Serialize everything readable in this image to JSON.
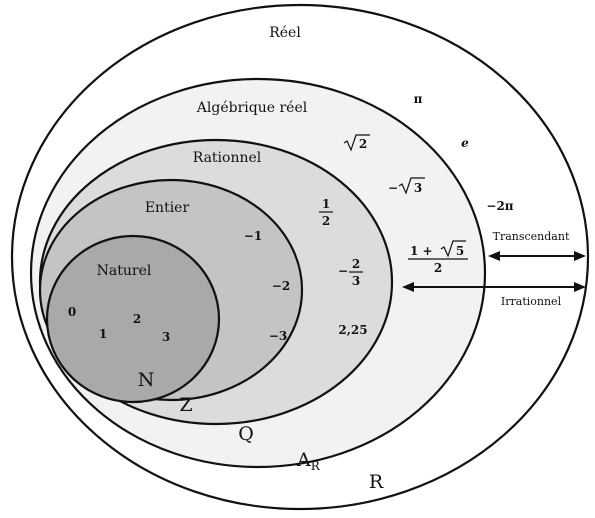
{
  "sets": {
    "reel": {
      "name": "Réel",
      "symbol": "R"
    },
    "algebrique": {
      "name": "Algébrique réel",
      "symbol": "A",
      "symbol_sub": "R"
    },
    "rationnel": {
      "name": "Rationnel",
      "symbol": "Q"
    },
    "entier": {
      "name": "Entier",
      "symbol": "Z"
    },
    "naturel": {
      "name": "Naturel",
      "symbol": "N"
    }
  },
  "members": {
    "naturel": [
      "0",
      "1",
      "2",
      "3"
    ],
    "entier": [
      "−1",
      "−2",
      "−3"
    ],
    "rationnel": {
      "half_num": "1",
      "half_den": "2",
      "neg_num": "2",
      "neg_den": "3",
      "neg_sign": "−",
      "decimal": "2,25"
    },
    "algebrique": {
      "sqrt2": "2",
      "neg_sqrt3_sign": "−",
      "neg_sqrt3": "3",
      "golden_num": "1 + ",
      "golden_root": "5",
      "golden_den": "2"
    },
    "transcendant": {
      "pi": "π",
      "e": "e",
      "neg2pi": "−2π"
    }
  },
  "arrows": {
    "transcendant": "Transcendant",
    "irrationnel": "Irrationnel"
  },
  "colors": {
    "reel_fill": "#ffffff",
    "algebrique_fill": "#f2f2f2",
    "rationnel_fill": "#dcdcdc",
    "entier_fill": "#c4c4c4",
    "naturel_fill": "#a9a9a9",
    "stroke": "#111111"
  }
}
